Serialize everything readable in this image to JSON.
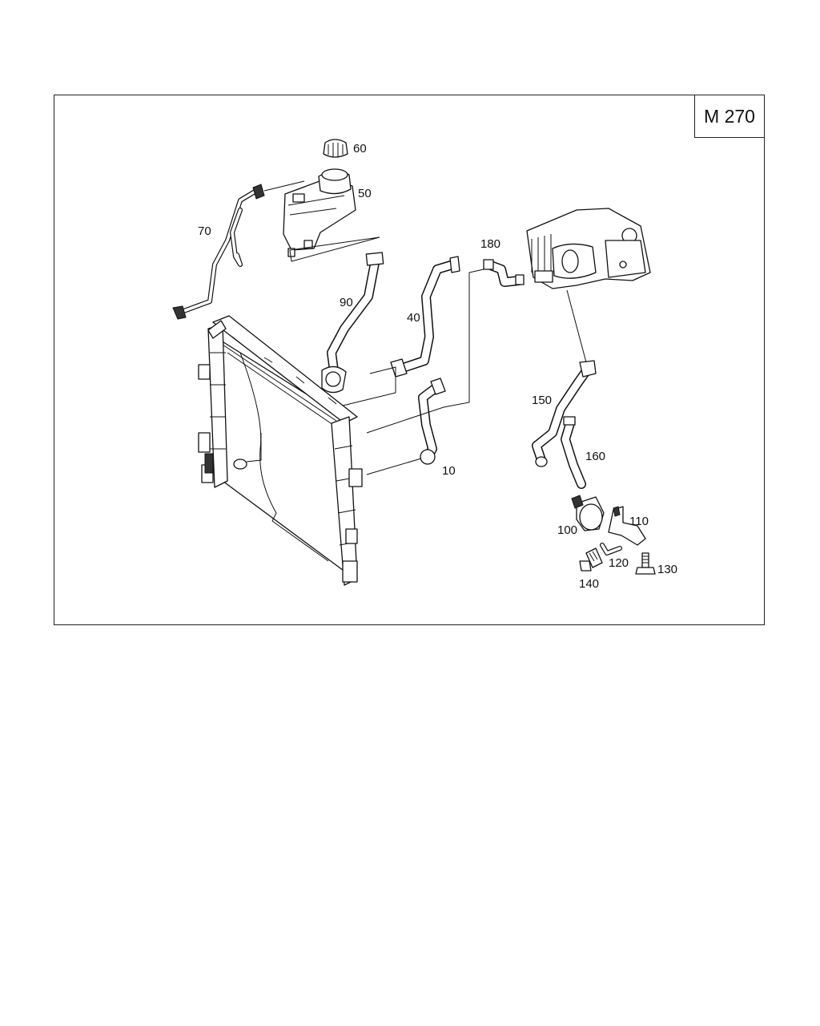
{
  "diagram": {
    "model_label": "M 270",
    "callouts": {
      "c60": "60",
      "c50": "50",
      "c70": "70",
      "c90": "90",
      "c40": "40",
      "c180": "180",
      "c150": "150",
      "c160": "160",
      "c10": "10",
      "c100": "100",
      "c110": "110",
      "c120": "120",
      "c130": "130",
      "c140": "140"
    }
  }
}
